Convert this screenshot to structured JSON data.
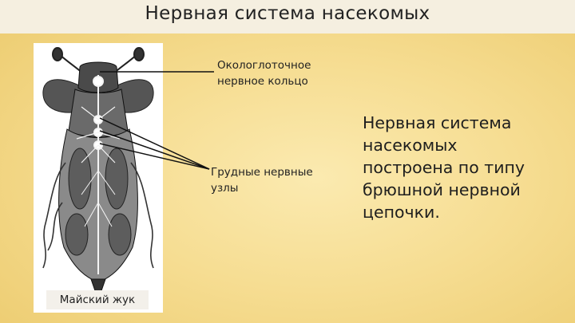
{
  "slide": {
    "title": "Нервная система насекомых",
    "figure": {
      "caption": "Майский жук"
    },
    "labels": {
      "ring": "Окологлоточное\nнервное кольцо",
      "thorax": "Грудные нервные\nузлы"
    },
    "body_text": "Нервная система\nнасекомых\nпостроена по типу\nбрюшной нервной\nцепочки."
  }
}
